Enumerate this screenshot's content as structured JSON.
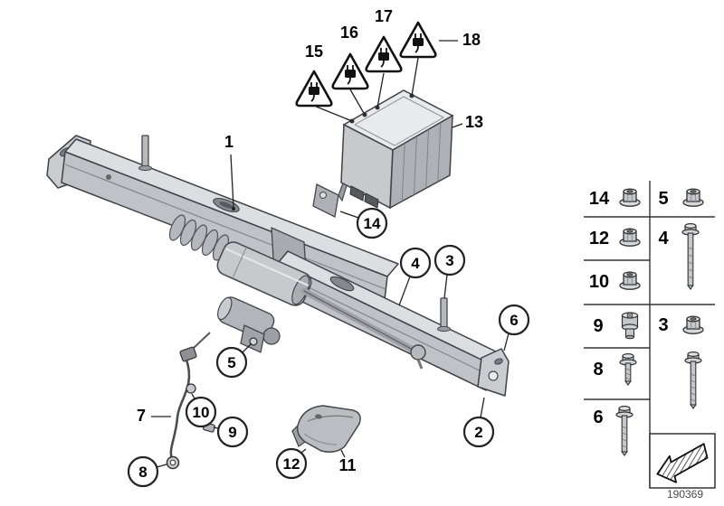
{
  "figure": {
    "doc_number": "190369"
  },
  "callouts": {
    "c1": "1",
    "c2": "2",
    "c3": "3",
    "c4": "4",
    "c5": "5",
    "c6": "6",
    "c7": "7",
    "c8": "8",
    "c9": "9",
    "c10": "10",
    "c11": "11",
    "c12": "12",
    "c13": "13",
    "c14": "14",
    "c15": "15",
    "c16": "16",
    "c17": "17",
    "c18": "18"
  },
  "legend": {
    "left": [
      {
        "number": "14",
        "icon": "flange-nut"
      },
      {
        "number": "12",
        "icon": "flange-nut"
      },
      {
        "number": "10",
        "icon": "flange-nut"
      },
      {
        "number": "9",
        "icon": "collar-screw"
      },
      {
        "number": "8",
        "icon": "hex-flange-bolt-short"
      },
      {
        "number": "6",
        "icon": "hex-flange-bolt"
      }
    ],
    "right": [
      {
        "number": "5",
        "icon": "flange-nut"
      },
      {
        "number": "4",
        "icon": "hex-flange-bolt-long"
      },
      {
        "number": "3",
        "icon": "flange-nut-with-screw"
      }
    ],
    "direction_arrow": "front-direction-arrow"
  }
}
